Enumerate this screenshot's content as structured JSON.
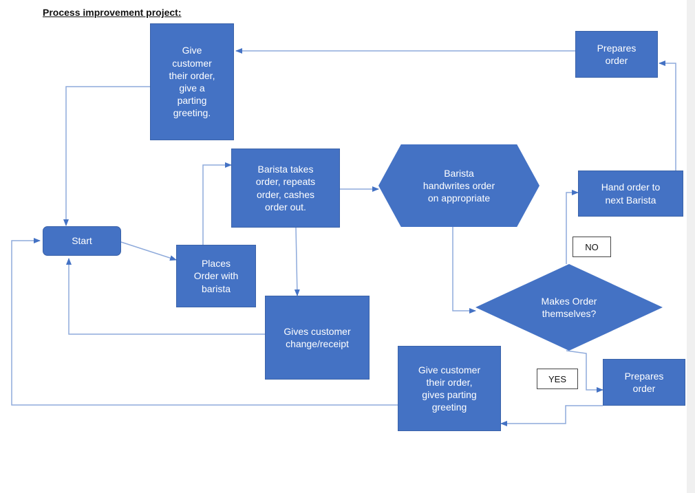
{
  "title": "Process improvement project:",
  "colors": {
    "node_fill": "#4472c4",
    "connector": "#8eaadb",
    "arrowhead": "#4472c4"
  },
  "nodes": {
    "start": "Start",
    "places_order": "Places\nOrder with\nbarista",
    "takes_order": "Barista takes\norder, repeats\norder, cashes\norder out.",
    "gives_change": "Gives customer\nchange/receipt",
    "handwrites": "Barista\nhandwrites  order\non appropriate",
    "decision": "Makes Order\nthemselves?",
    "hand_order": "Hand order to\nnext Barista",
    "prepares_top": "Prepares\norder",
    "give_order_top": "Give\ncustomer\ntheir order,\ngive a\nparting\ngreeting.",
    "prepares_bottom": "Prepares\norder",
    "give_order_bottom": "Give customer\ntheir order,\ngives parting\ngreeting"
  },
  "labels": {
    "no": "NO",
    "yes": "YES"
  }
}
